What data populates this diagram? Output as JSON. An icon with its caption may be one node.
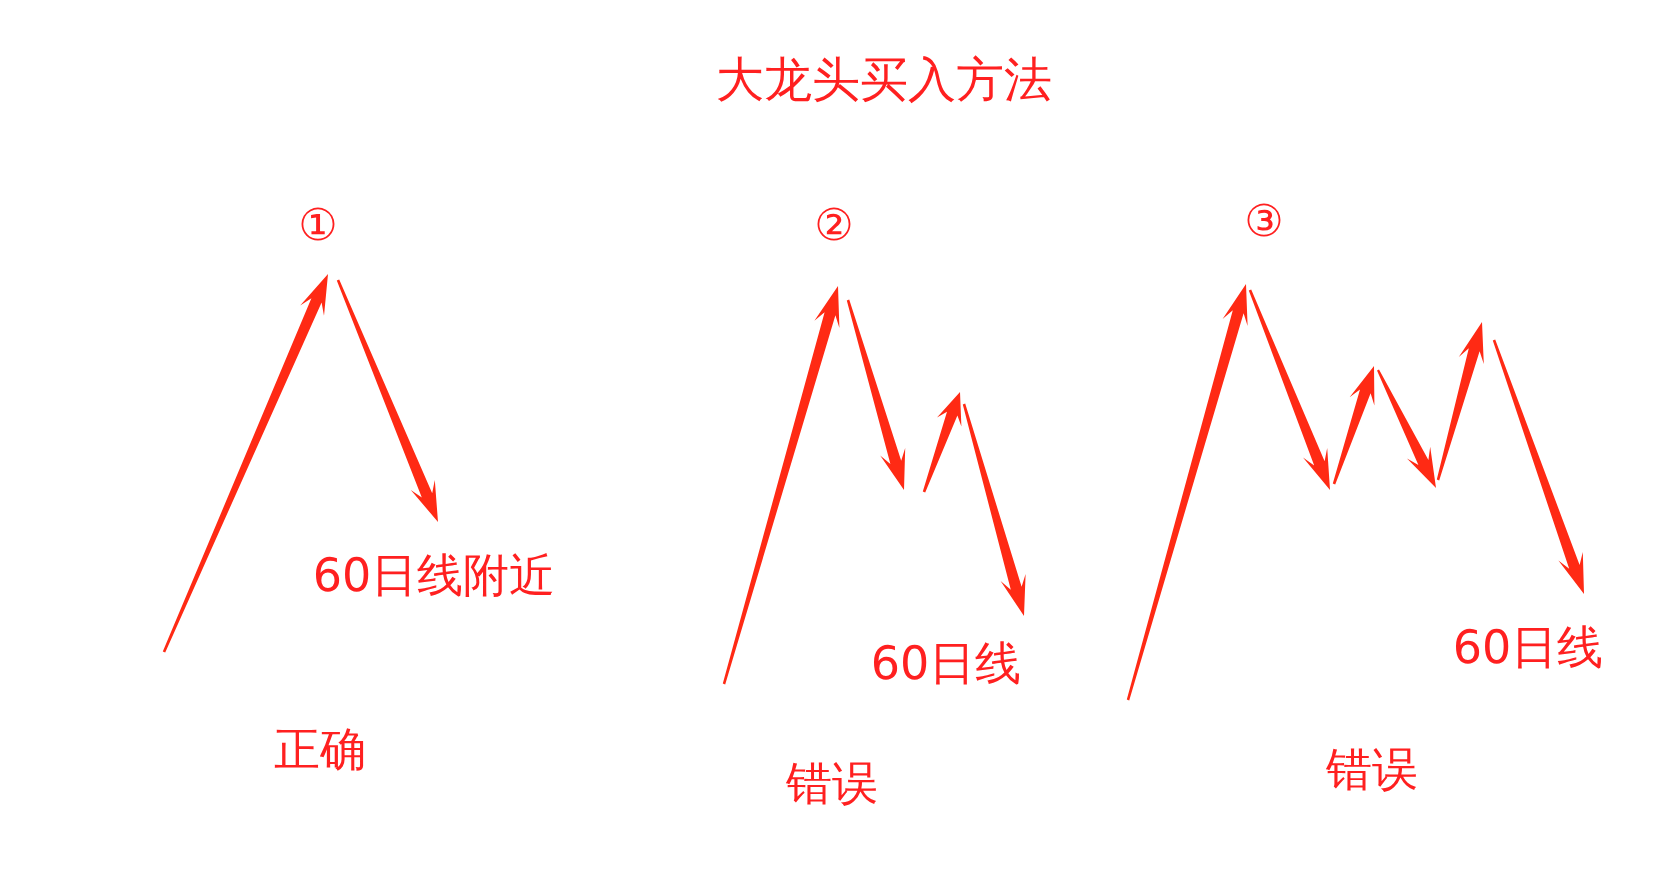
{
  "diagram": {
    "title": "大龙头买入方法",
    "labels": [
      "①",
      "②",
      "③",
      "60日线附近",
      "60日线",
      "60日线",
      "正确",
      "错误",
      "错误"
    ]
  }
}
